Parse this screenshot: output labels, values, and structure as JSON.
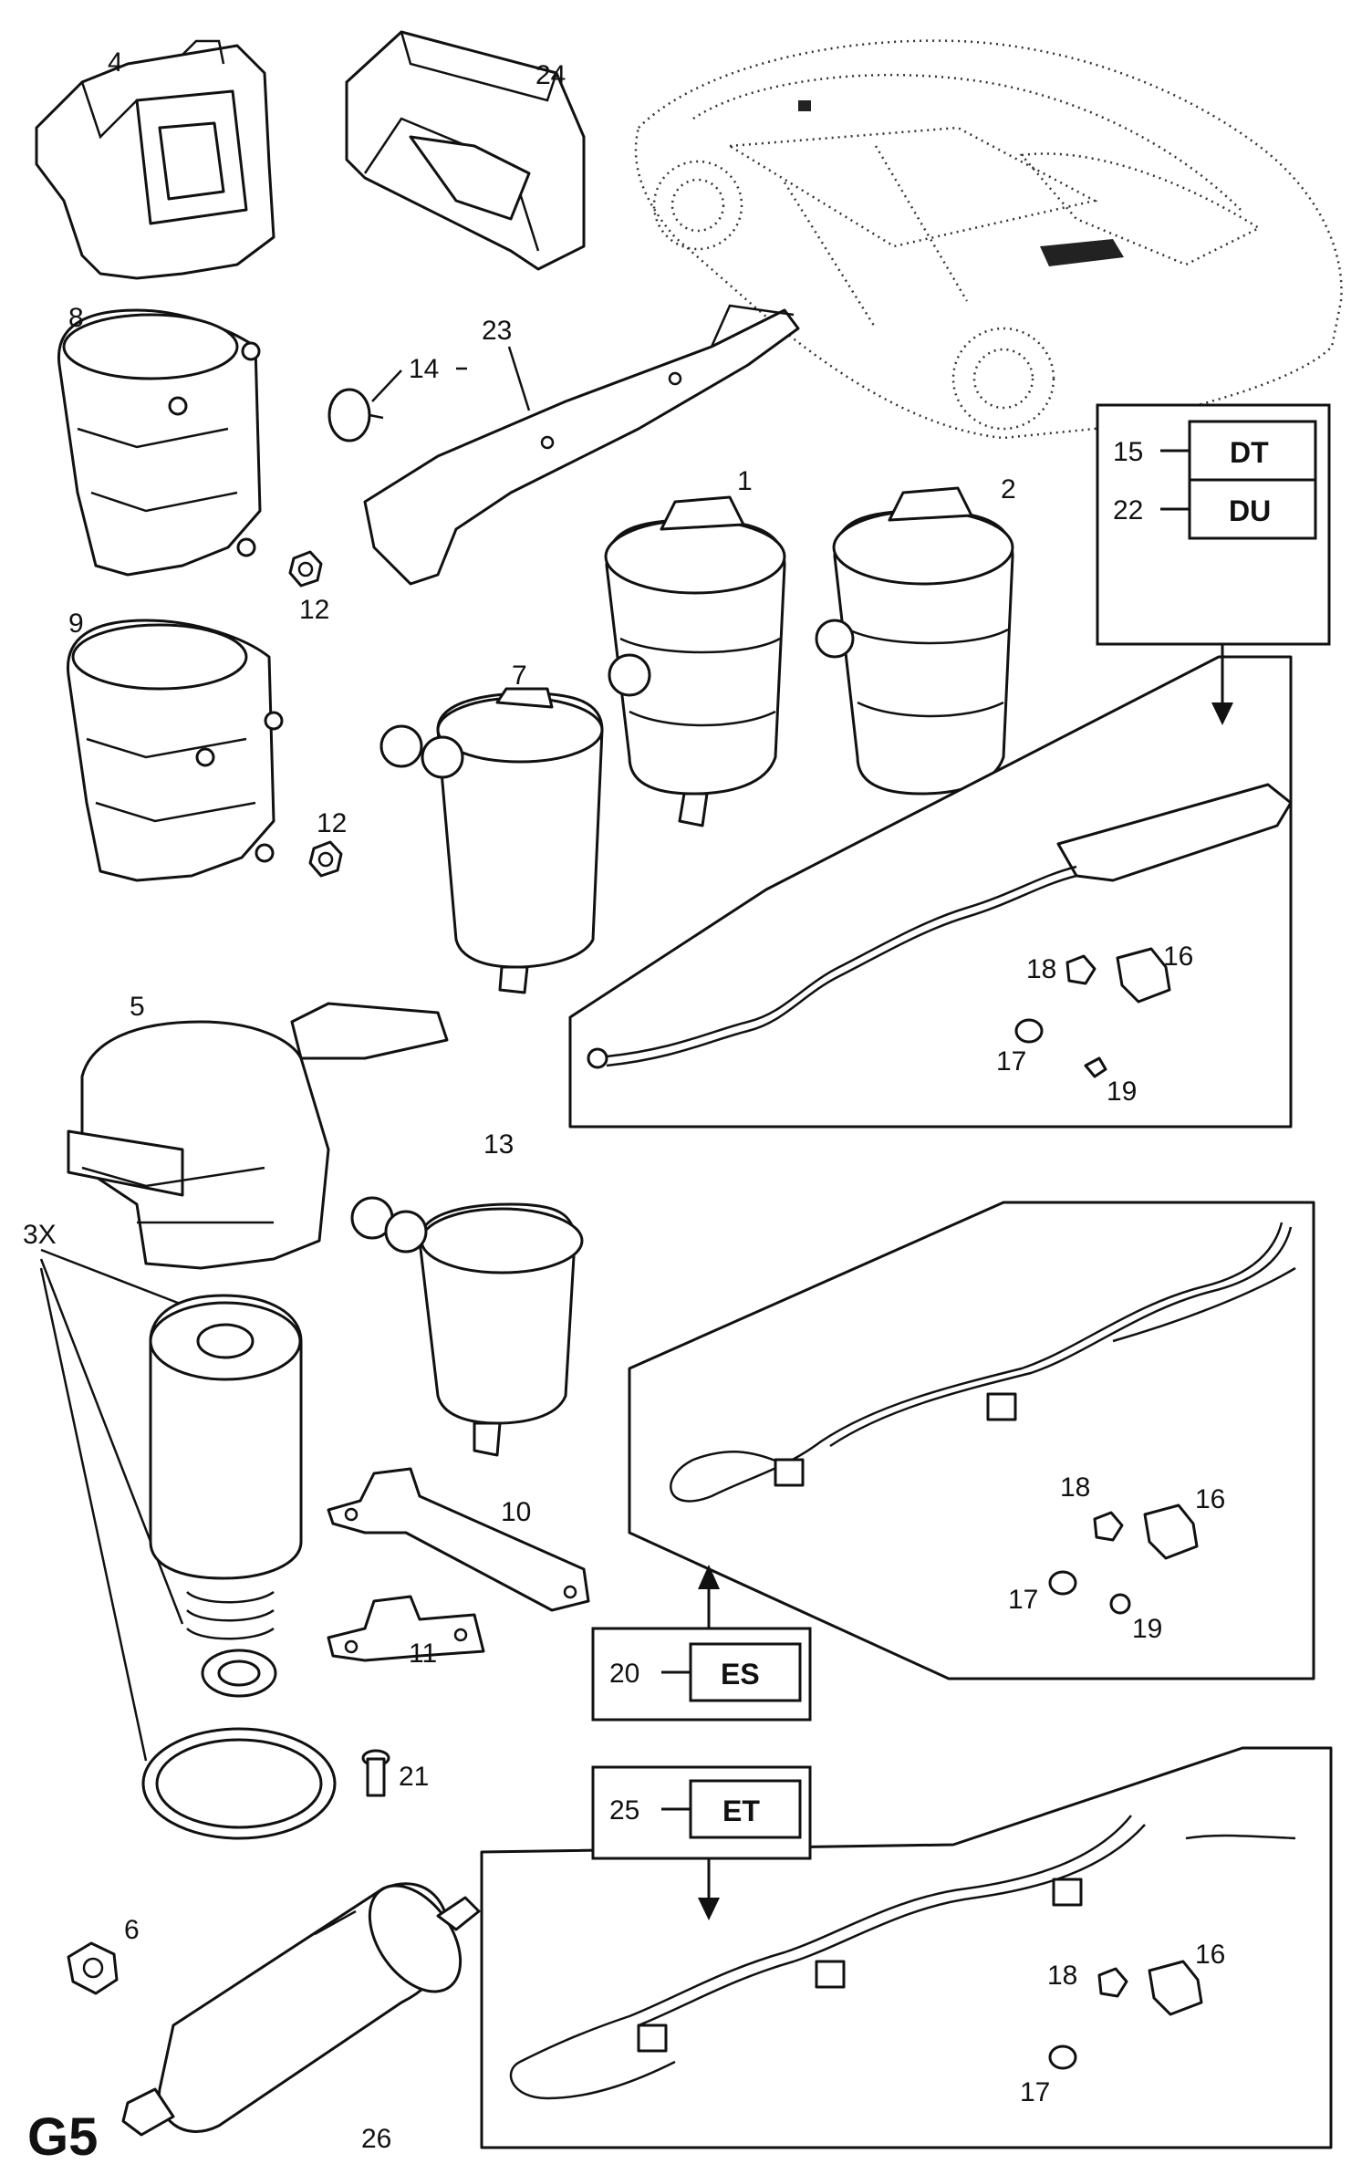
{
  "diagram": {
    "page_code": "G5",
    "callouts": {
      "p1": "1",
      "p2": "2",
      "p3x": "3X",
      "p4": "4",
      "p5": "5",
      "p6": "6",
      "p7": "7",
      "p8": "8",
      "p9": "9",
      "p10": "10",
      "p11": "11",
      "p12a": "12",
      "p12b": "12",
      "p13": "13",
      "p14": "14",
      "p16a": "16",
      "p16b": "16",
      "p16c": "16",
      "p17a": "17",
      "p17b": "17",
      "p17c": "17",
      "p18a": "18",
      "p18b": "18",
      "p18c": "18",
      "p19a": "19",
      "p19b": "19",
      "p21": "21",
      "p23": "23",
      "p24": "24",
      "p26": "26"
    },
    "option_boxes": [
      {
        "item": "15",
        "code": "DT"
      },
      {
        "item": "22",
        "code": "DU"
      },
      {
        "item": "20",
        "code": "ES"
      },
      {
        "item": "25",
        "code": "ET"
      }
    ]
  }
}
